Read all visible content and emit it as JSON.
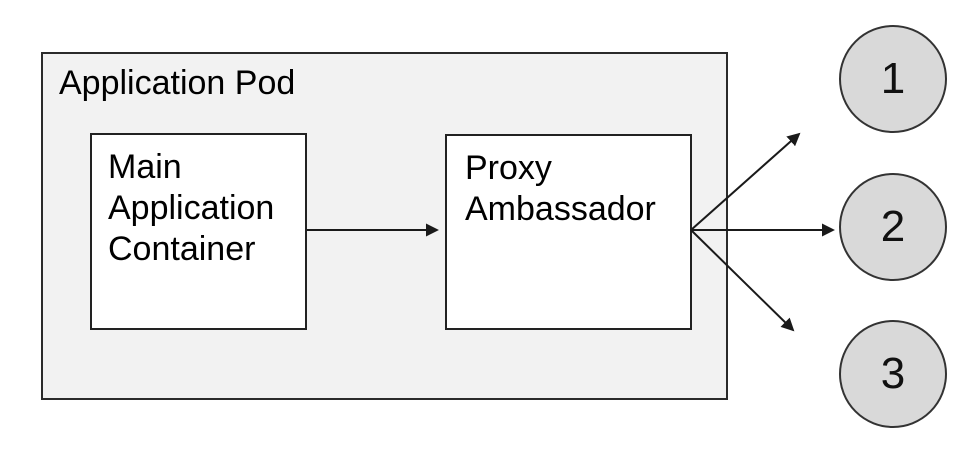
{
  "diagram": {
    "pod": {
      "label": "Application Pod"
    },
    "containers": {
      "main": {
        "label": "Main Application Container"
      },
      "proxy": {
        "label": "Proxy Ambassador"
      }
    },
    "endpoints": [
      {
        "label": "1"
      },
      {
        "label": "2"
      },
      {
        "label": "3"
      }
    ],
    "colors": {
      "pod_fill": "#f2f2f2",
      "container_fill": "#ffffff",
      "endpoint_fill": "#d9d9d9",
      "stroke": "#222222",
      "text": "#000000"
    }
  }
}
